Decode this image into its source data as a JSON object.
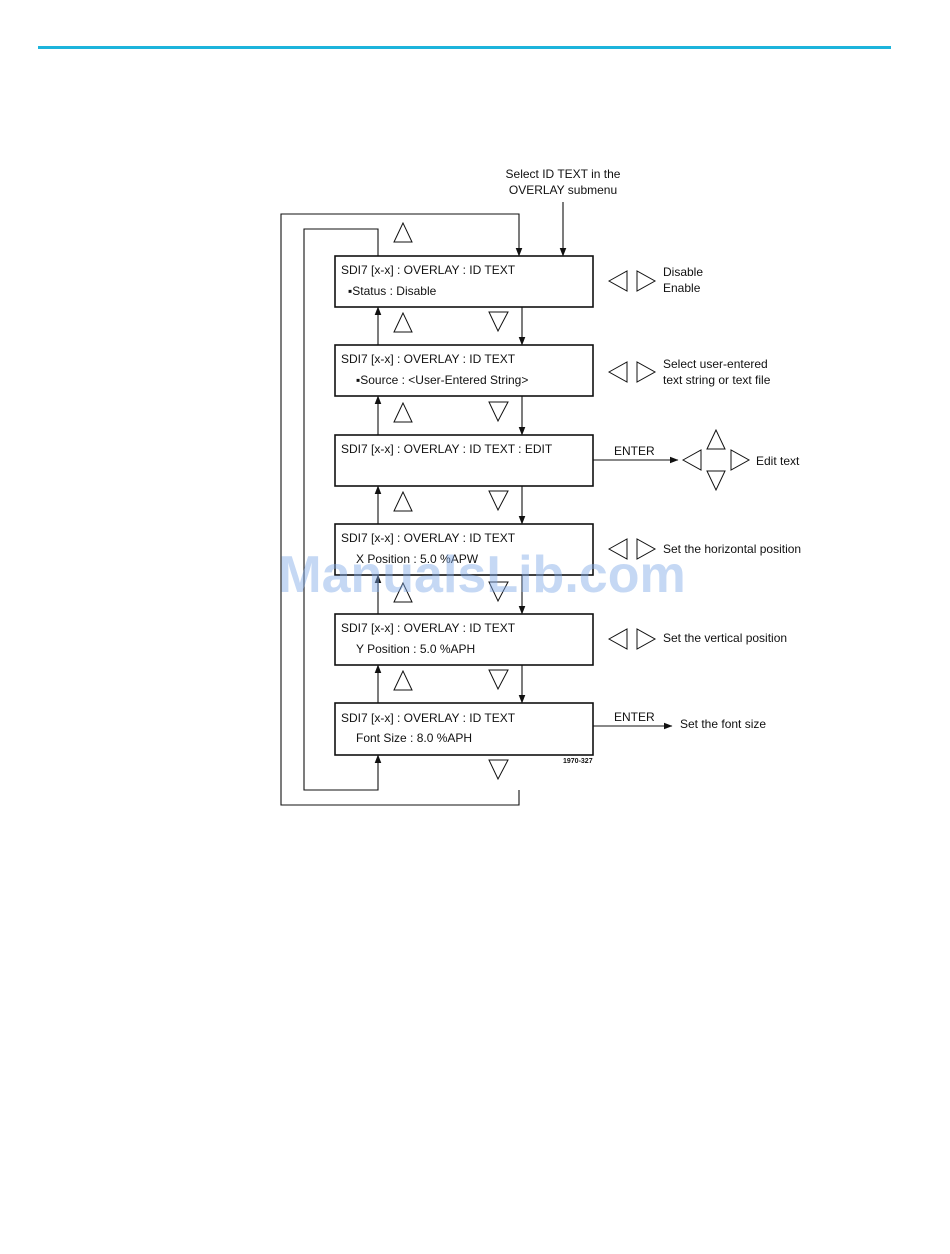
{
  "page": {
    "accent_color": "#1cb4dc"
  },
  "diagram": {
    "entry_label": [
      "Select ID TEXT in the",
      "OVERLAY submenu"
    ],
    "menus": [
      {
        "title": "SDI7 [x-x] : OVERLAY : ID TEXT",
        "value": "▪Status : Disable"
      },
      {
        "title": "SDI7 [x-x] : OVERLAY : ID TEXT",
        "value": "▪Source : <User-Entered String>"
      },
      {
        "title": "SDI7 [x-x] : OVERLAY : ID TEXT : EDIT",
        "value": ""
      },
      {
        "title": "SDI7 [x-x] : OVERLAY : ID TEXT",
        "value": "X Position : 5.0 %APW"
      },
      {
        "title": "SDI7 [x-x] : OVERLAY : ID TEXT",
        "value": "Y Position : 5.0 %APH"
      },
      {
        "title": "SDI7 [x-x] : OVERLAY : ID TEXT",
        "value": "Font Size : 8.0 %APH"
      }
    ],
    "side_notes": {
      "status": [
        "Disable",
        "Enable"
      ],
      "source": [
        "Select user-entered",
        "text string or text file"
      ],
      "edit": "Edit text",
      "xpos": "Set the horizontal position",
      "ypos": "Set the vertical position",
      "font": "Set the font size"
    },
    "enter_label": "ENTER",
    "figure_id": "1970-327",
    "watermark": "ManualsLib.com",
    "icons": [
      "up-triangle-icon",
      "down-triangle-icon",
      "left-triangle-icon",
      "right-triangle-icon",
      "arrowhead-icon"
    ]
  }
}
